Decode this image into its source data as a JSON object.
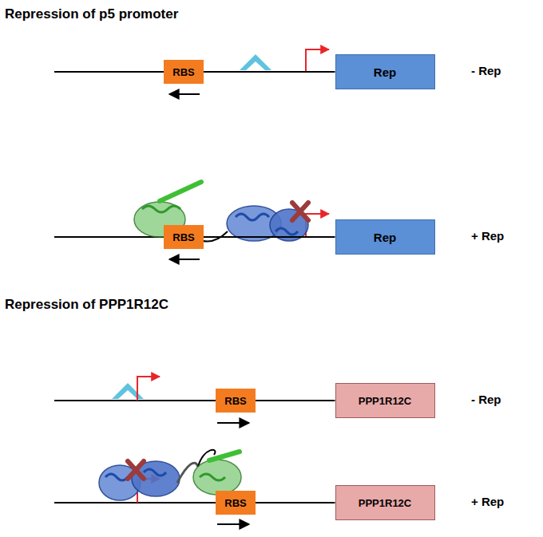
{
  "diagram": {
    "nodes": [
      {
        "text": [
          "RBS"
        ]
      },
      {
        "text": [
          "Rep"
        ]
      },
      {
        "text": [
          "RBS"
        ]
      },
      {
        "text": [
          "Rep"
        ]
      },
      {
        "text": [
          "RBS"
        ]
      },
      {
        "text": [
          "PPP1R12C"
        ]
      },
      {
        "text": [
          "RBS"
        ]
      },
      {
        "text": [
          "PPP1R12C"
        ]
      }
    ],
    "edges": [
      {
        "from": 0,
        "to": 1,
        "arrow": "none"
      },
      {
        "from": 2,
        "to": 3,
        "arrow": "none"
      },
      {
        "from": 4,
        "to": 5,
        "arrow": "none"
      },
      {
        "from": 6,
        "to": 7,
        "arrow": "none"
      }
    ],
    "labels": [
      "Repression of p5 promoter",
      "- Rep",
      "+ Rep",
      "Repression of PPP1R12C",
      "- Rep",
      "+ Rep"
    ]
  }
}
